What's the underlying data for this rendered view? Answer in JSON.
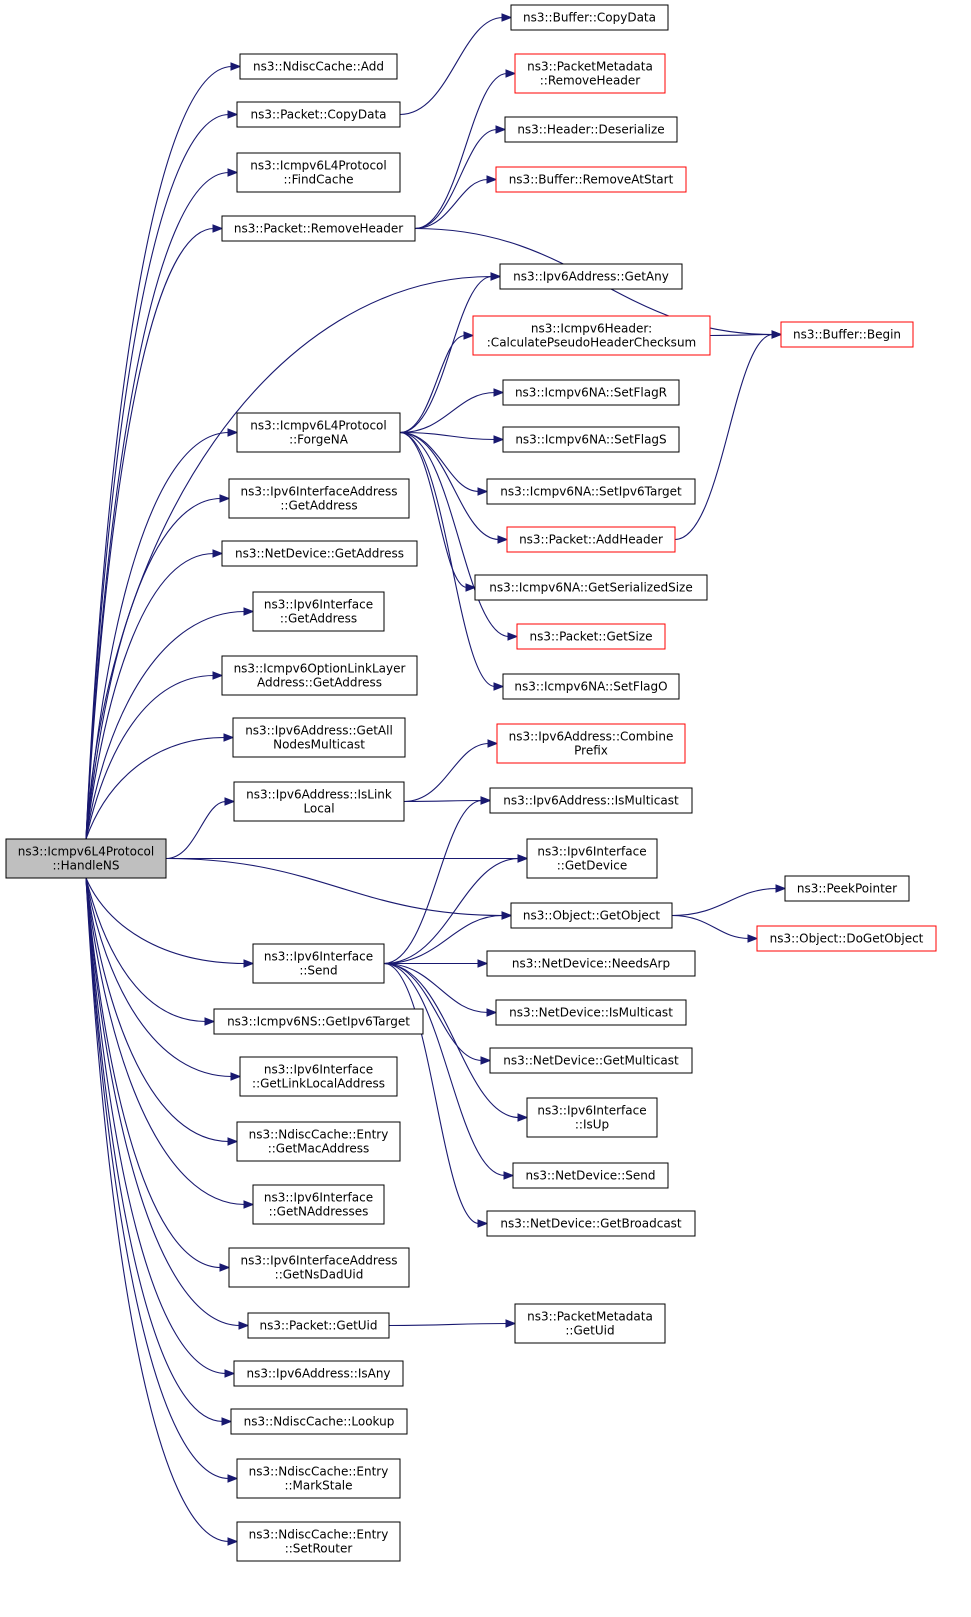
{
  "diagram": {
    "kind": "call-graph",
    "colors": {
      "edge": "#191970",
      "box_normal": "#000000",
      "box_incomplete": "#ff0000",
      "root_fill": "#bfbfbf",
      "background": "#ffffff"
    },
    "nodes": [
      {
        "id": "root",
        "lines": [
          "ns3::Icmpv6L4Protocol",
          "::HandleNS"
        ],
        "style": "root"
      },
      {
        "id": "cacheAdd",
        "lines": [
          "ns3::NdiscCache::Add"
        ],
        "style": "normal"
      },
      {
        "id": "pktCopy",
        "lines": [
          "ns3::Packet::CopyData"
        ],
        "style": "normal"
      },
      {
        "id": "findCache",
        "lines": [
          "ns3::Icmpv6L4Protocol",
          "::FindCache"
        ],
        "style": "normal"
      },
      {
        "id": "pktRemHdr",
        "lines": [
          "ns3::Packet::RemoveHeader"
        ],
        "style": "normal"
      },
      {
        "id": "forgeNA",
        "lines": [
          "ns3::Icmpv6L4Protocol",
          "::ForgeNA"
        ],
        "style": "normal"
      },
      {
        "id": "ifaddrGetAddr",
        "lines": [
          "ns3::Ipv6InterfaceAddress",
          "::GetAddress"
        ],
        "style": "normal"
      },
      {
        "id": "ndGetAddr",
        "lines": [
          "ns3::NetDevice::GetAddress"
        ],
        "style": "normal"
      },
      {
        "id": "ifGetAddr",
        "lines": [
          "ns3::Ipv6Interface",
          "::GetAddress"
        ],
        "style": "normal"
      },
      {
        "id": "optGetAddr",
        "lines": [
          "ns3::Icmpv6OptionLinkLayer",
          "Address::GetAddress"
        ],
        "style": "normal"
      },
      {
        "id": "allNodes",
        "lines": [
          "ns3::Ipv6Address::GetAll",
          "NodesMulticast"
        ],
        "style": "normal"
      },
      {
        "id": "isLinkLocal",
        "lines": [
          "ns3::Ipv6Address::IsLink",
          "Local"
        ],
        "style": "normal"
      },
      {
        "id": "ifSend",
        "lines": [
          "ns3::Ipv6Interface",
          "::Send"
        ],
        "style": "normal"
      },
      {
        "id": "nsTarget",
        "lines": [
          "ns3::Icmpv6NS::GetIpv6Target"
        ],
        "style": "normal"
      },
      {
        "id": "getLLAddr",
        "lines": [
          "ns3::Ipv6Interface",
          "::GetLinkLocalAddress"
        ],
        "style": "normal"
      },
      {
        "id": "getMac",
        "lines": [
          "ns3::NdiscCache::Entry",
          "::GetMacAddress"
        ],
        "style": "normal"
      },
      {
        "id": "getNAddr",
        "lines": [
          "ns3::Ipv6Interface",
          "::GetNAddresses"
        ],
        "style": "normal"
      },
      {
        "id": "getNsDad",
        "lines": [
          "ns3::Ipv6InterfaceAddress",
          "::GetNsDadUid"
        ],
        "style": "normal"
      },
      {
        "id": "pktUid",
        "lines": [
          "ns3::Packet::GetUid"
        ],
        "style": "normal"
      },
      {
        "id": "isAny",
        "lines": [
          "ns3::Ipv6Address::IsAny"
        ],
        "style": "normal"
      },
      {
        "id": "lookup",
        "lines": [
          "ns3::NdiscCache::Lookup"
        ],
        "style": "normal"
      },
      {
        "id": "markStale",
        "lines": [
          "ns3::NdiscCache::Entry",
          "::MarkStale"
        ],
        "style": "normal"
      },
      {
        "id": "setRouter",
        "lines": [
          "ns3::NdiscCache::Entry",
          "::SetRouter"
        ],
        "style": "normal"
      },
      {
        "id": "bufCopy",
        "lines": [
          "ns3::Buffer::CopyData"
        ],
        "style": "normal"
      },
      {
        "id": "pmRemHdr",
        "lines": [
          "ns3::PacketMetadata",
          "::RemoveHeader"
        ],
        "style": "incomplete"
      },
      {
        "id": "hdrDeser",
        "lines": [
          "ns3::Header::Deserialize"
        ],
        "style": "normal"
      },
      {
        "id": "bufRemStart",
        "lines": [
          "ns3::Buffer::RemoveAtStart"
        ],
        "style": "incomplete"
      },
      {
        "id": "getAny",
        "lines": [
          "ns3::Ipv6Address::GetAny"
        ],
        "style": "normal"
      },
      {
        "id": "pseudoCk",
        "lines": [
          "ns3::Icmpv6Header:",
          ":CalculatePseudoHeaderChecksum"
        ],
        "style": "incomplete"
      },
      {
        "id": "setFlagR",
        "lines": [
          "ns3::Icmpv6NA::SetFlagR"
        ],
        "style": "normal"
      },
      {
        "id": "setFlagS",
        "lines": [
          "ns3::Icmpv6NA::SetFlagS"
        ],
        "style": "normal"
      },
      {
        "id": "setTarget",
        "lines": [
          "ns3::Icmpv6NA::SetIpv6Target"
        ],
        "style": "normal"
      },
      {
        "id": "addHdr",
        "lines": [
          "ns3::Packet::AddHeader"
        ],
        "style": "incomplete"
      },
      {
        "id": "serSize",
        "lines": [
          "ns3::Icmpv6NA::GetSerializedSize"
        ],
        "style": "normal"
      },
      {
        "id": "pktSize",
        "lines": [
          "ns3::Packet::GetSize"
        ],
        "style": "incomplete"
      },
      {
        "id": "setFlagO",
        "lines": [
          "ns3::Icmpv6NA::SetFlagO"
        ],
        "style": "normal"
      },
      {
        "id": "combine",
        "lines": [
          "ns3::Ipv6Address::Combine",
          "Prefix"
        ],
        "style": "incomplete"
      },
      {
        "id": "isMcast",
        "lines": [
          "ns3::Ipv6Address::IsMulticast"
        ],
        "style": "normal"
      },
      {
        "id": "ifGetDev",
        "lines": [
          "ns3::Ipv6Interface",
          "::GetDevice"
        ],
        "style": "normal"
      },
      {
        "id": "getObj",
        "lines": [
          "ns3::Object::GetObject"
        ],
        "style": "normal"
      },
      {
        "id": "needsArp",
        "lines": [
          "ns3::NetDevice::NeedsArp"
        ],
        "style": "normal"
      },
      {
        "id": "ndIsMcast",
        "lines": [
          "ns3::NetDevice::IsMulticast"
        ],
        "style": "normal"
      },
      {
        "id": "ndGetMcast",
        "lines": [
          "ns3::NetDevice::GetMulticast"
        ],
        "style": "normal"
      },
      {
        "id": "ifIsUp",
        "lines": [
          "ns3::Ipv6Interface",
          "::IsUp"
        ],
        "style": "normal"
      },
      {
        "id": "ndSend",
        "lines": [
          "ns3::NetDevice::Send"
        ],
        "style": "normal"
      },
      {
        "id": "ndBcast",
        "lines": [
          "ns3::NetDevice::GetBroadcast"
        ],
        "style": "normal"
      },
      {
        "id": "pmUid",
        "lines": [
          "ns3::PacketMetadata",
          "::GetUid"
        ],
        "style": "normal"
      },
      {
        "id": "bufBegin",
        "lines": [
          "ns3::Buffer::Begin"
        ],
        "style": "incomplete"
      },
      {
        "id": "peekPtr",
        "lines": [
          "ns3::PeekPointer"
        ],
        "style": "normal"
      },
      {
        "id": "doGetObj",
        "lines": [
          "ns3::Object::DoGetObject"
        ],
        "style": "incomplete"
      }
    ],
    "edges": [
      [
        "root",
        "cacheAdd"
      ],
      [
        "root",
        "pktCopy"
      ],
      [
        "root",
        "findCache"
      ],
      [
        "root",
        "pktRemHdr"
      ],
      [
        "root",
        "getAny"
      ],
      [
        "root",
        "forgeNA"
      ],
      [
        "root",
        "ifaddrGetAddr"
      ],
      [
        "root",
        "ndGetAddr"
      ],
      [
        "root",
        "ifGetAddr"
      ],
      [
        "root",
        "optGetAddr"
      ],
      [
        "root",
        "allNodes"
      ],
      [
        "root",
        "isLinkLocal"
      ],
      [
        "root",
        "ifGetDev"
      ],
      [
        "root",
        "getObj"
      ],
      [
        "root",
        "ifSend"
      ],
      [
        "root",
        "nsTarget"
      ],
      [
        "root",
        "getLLAddr"
      ],
      [
        "root",
        "getMac"
      ],
      [
        "root",
        "getNAddr"
      ],
      [
        "root",
        "getNsDad"
      ],
      [
        "root",
        "pktUid"
      ],
      [
        "root",
        "isAny"
      ],
      [
        "root",
        "lookup"
      ],
      [
        "root",
        "markStale"
      ],
      [
        "root",
        "setRouter"
      ],
      [
        "pktCopy",
        "bufCopy"
      ],
      [
        "pktRemHdr",
        "pmRemHdr"
      ],
      [
        "pktRemHdr",
        "hdrDeser"
      ],
      [
        "pktRemHdr",
        "bufRemStart"
      ],
      [
        "pktRemHdr",
        "bufBegin"
      ],
      [
        "forgeNA",
        "getAny"
      ],
      [
        "forgeNA",
        "pseudoCk"
      ],
      [
        "forgeNA",
        "setFlagR"
      ],
      [
        "forgeNA",
        "setFlagS"
      ],
      [
        "forgeNA",
        "setTarget"
      ],
      [
        "forgeNA",
        "addHdr"
      ],
      [
        "forgeNA",
        "serSize"
      ],
      [
        "forgeNA",
        "pktSize"
      ],
      [
        "forgeNA",
        "setFlagO"
      ],
      [
        "pseudoCk",
        "bufBegin"
      ],
      [
        "addHdr",
        "bufBegin"
      ],
      [
        "isLinkLocal",
        "combine"
      ],
      [
        "isLinkLocal",
        "isMcast"
      ],
      [
        "ifSend",
        "isMcast"
      ],
      [
        "ifSend",
        "ifGetDev"
      ],
      [
        "ifSend",
        "getObj"
      ],
      [
        "ifSend",
        "needsArp"
      ],
      [
        "ifSend",
        "ndIsMcast"
      ],
      [
        "ifSend",
        "ndGetMcast"
      ],
      [
        "ifSend",
        "ifIsUp"
      ],
      [
        "ifSend",
        "ndSend"
      ],
      [
        "ifSend",
        "ndBcast"
      ],
      [
        "getObj",
        "peekPtr"
      ],
      [
        "getObj",
        "doGetObj"
      ],
      [
        "pktUid",
        "pmUid"
      ]
    ]
  }
}
